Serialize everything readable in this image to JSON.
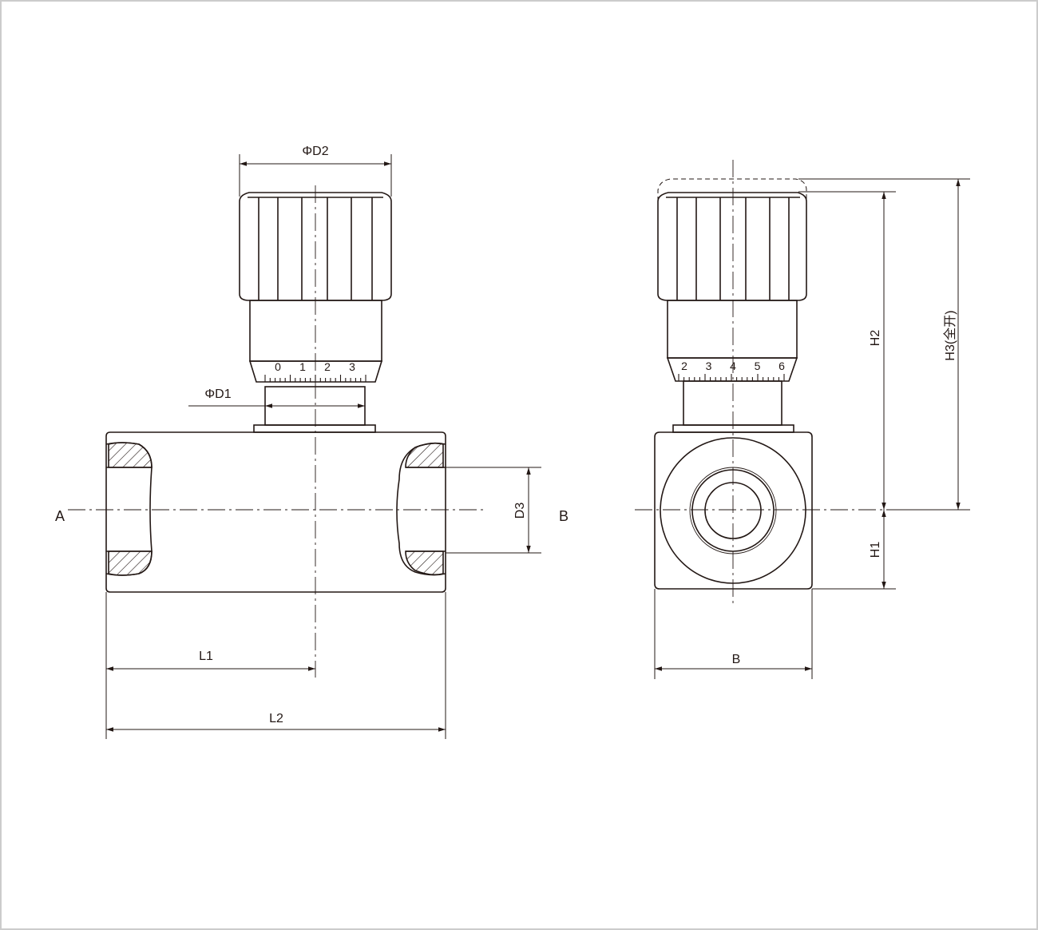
{
  "labels": {
    "port_a": "A",
    "port_b": "B",
    "d1": "ΦD1",
    "d2": "ΦD2",
    "d3": "D3",
    "l1": "L1",
    "l2": "L2",
    "width_b": "B",
    "h1": "H1",
    "h2": "H2",
    "h3": "H3(全开)"
  },
  "scale_front": [
    "0",
    "1",
    "2",
    "3"
  ],
  "scale_side": [
    "2",
    "3",
    "4",
    "5",
    "6"
  ],
  "colors": {
    "line": "#231815",
    "border": "#cccccc",
    "hatch": "#231815"
  }
}
